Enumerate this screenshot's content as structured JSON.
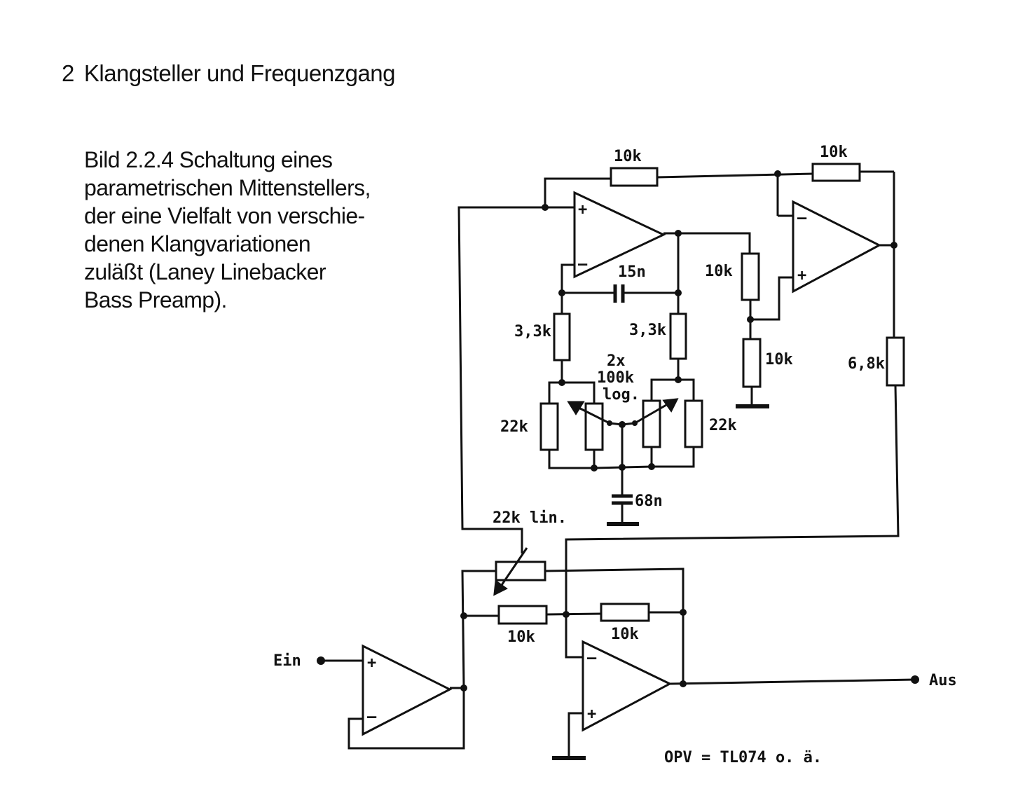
{
  "header": {
    "section_number": "2",
    "section_title": "Klangsteller und Frequenzgang"
  },
  "caption": {
    "lines": [
      "Bild 2.2.4  Schaltung eines",
      "parametrischen Mittenstellers,",
      "der eine Vielfalt von verschie-",
      "denen Klangvariationen",
      "zuläßt (Laney Linebacker",
      "Bass Preamp)."
    ]
  },
  "schematic": {
    "labels": {
      "r_top_left": "10k",
      "r_top_right": "10k",
      "c_mid": "15n",
      "r_mid_right": "10k",
      "r_left_33": "3,3k",
      "r_right_33": "3,3k",
      "pot_dual_count": "2x",
      "pot_dual_value": "100k",
      "pot_dual_taper": "log.",
      "r_lower_right": "10k",
      "r_out_68": "6,8k",
      "r_left_22": "22k",
      "r_right_22": "22k",
      "c_bottom": "68n",
      "pot_lin": "22k lin.",
      "r_bottom_left": "10k",
      "r_bottom_right": "10k",
      "input": "Ein",
      "output": "Aus",
      "opamp_note": "OPV = TL074 o. ä."
    },
    "opamp_pins": {
      "plus": "+",
      "minus": "–"
    }
  }
}
